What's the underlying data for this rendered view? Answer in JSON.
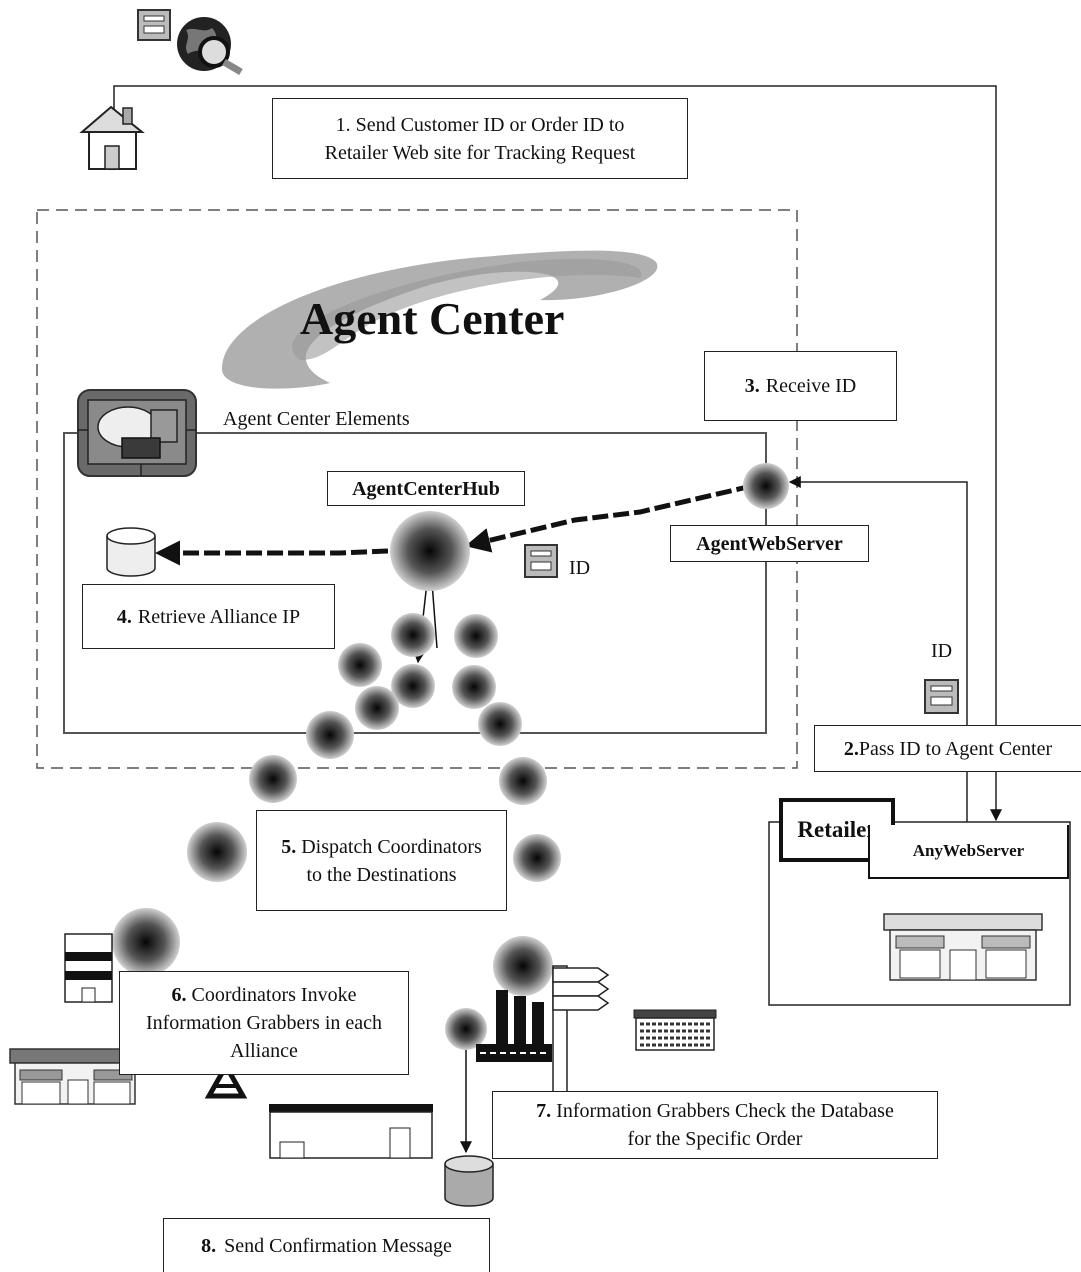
{
  "labels": {
    "step1_line1": "1. Send Customer ID or Order ID to",
    "step1_line2": "Retailer Web site for Tracking Request",
    "title": "Agent Center",
    "step3_num": "3.",
    "step3_text": "Receive ID",
    "elements": "Agent Center Elements",
    "hub": "AgentCenterHub",
    "webserver": "AgentWebServer",
    "id_center": "ID",
    "id_right": "ID",
    "step4_num": "4.",
    "step4_text": "Retrieve Alliance IP",
    "step2_num": "2.",
    "step2_text": "Pass ID to Agent Center",
    "retailer": "Retailer",
    "anywebserver": "AnyWebServer",
    "step5_num": "5.",
    "step5_line1": "Dispatch Coordinators",
    "step5_line2": "to the Destinations",
    "step6_num": "6.",
    "step6_line1": "Coordinators Invoke",
    "step6_line2": "Information Grabbers in each",
    "step6_line3": "Alliance",
    "step7_num": "7.",
    "step7_line1": "Information Grabbers Check the Database",
    "step7_line2": "for the Specific Order",
    "step8_num": "8.",
    "step8_text": "Send Confirmation Message"
  },
  "icons": [
    "server-icon",
    "globe-search-icon",
    "house-icon",
    "database-icon",
    "component-icon",
    "office-building-icon",
    "shop-icon",
    "factory-icon",
    "signpost-icon",
    "warehouse-icon"
  ],
  "colors": {
    "line": "#222222",
    "swoosh": "#b0b0b0",
    "agent_dark": "#111111",
    "agent_light": "#c8c8c8"
  }
}
